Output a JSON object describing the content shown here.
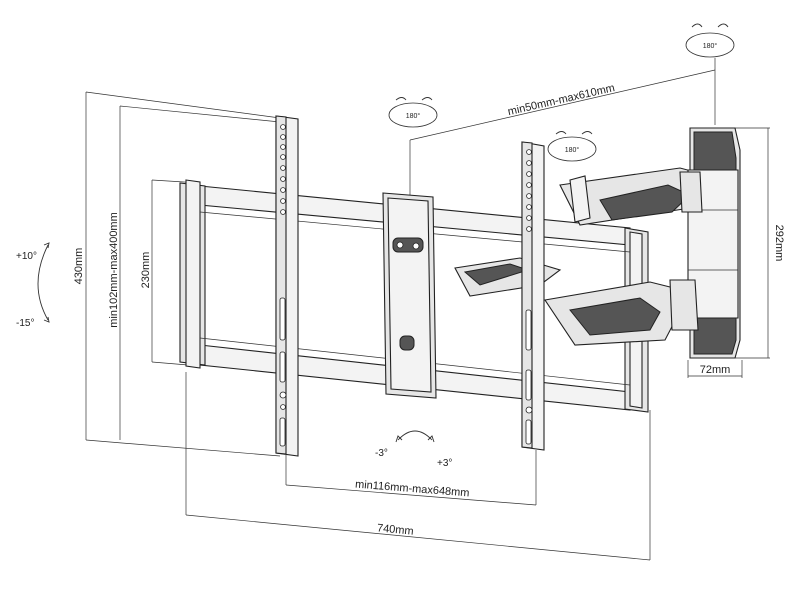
{
  "dimensions": {
    "vesa_horizontal": "min50mm-max610mm",
    "vesa_vertical": "min102mm-max400mm",
    "height_total": "430mm",
    "frame_height": "230mm",
    "bracket_span": "min116mm-max648mm",
    "total_width": "740mm",
    "wall_plate_height": "292mm",
    "wall_plate_width": "72mm"
  },
  "swivel": {
    "top": "180°",
    "left": "180°",
    "middle": "180°"
  },
  "tilt": {
    "up": "+10°",
    "down": "-15°"
  },
  "rotation": {
    "left": "-3°",
    "right": "+3°"
  }
}
